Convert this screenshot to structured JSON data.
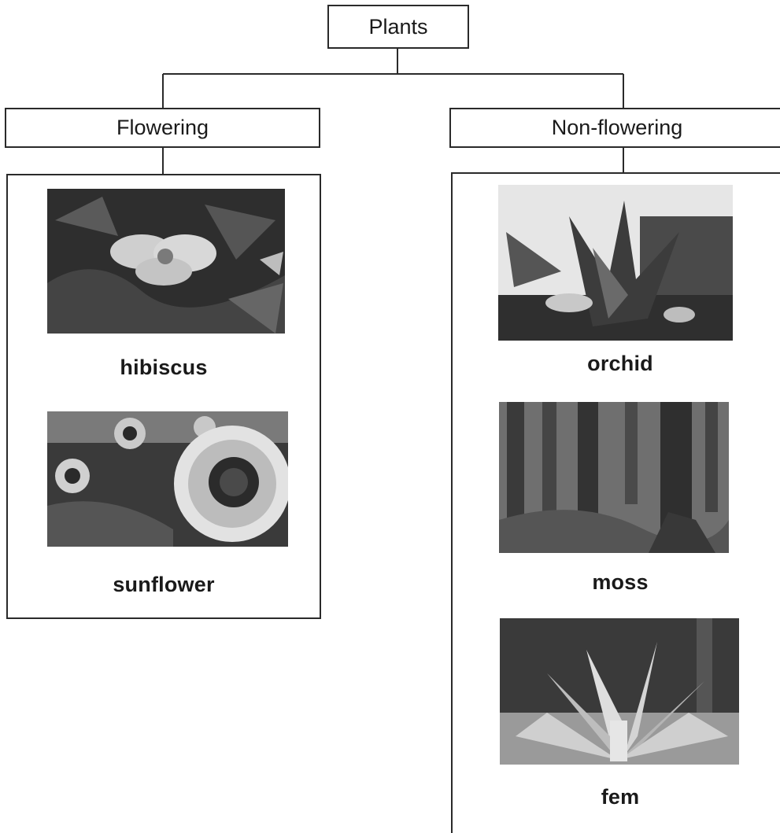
{
  "root": {
    "label": "Plants"
  },
  "categories": [
    {
      "label": "Flowering",
      "items": [
        {
          "caption": "hibiscus",
          "icon": "hibiscus-photo"
        },
        {
          "caption": "sunflower",
          "icon": "sunflower-photo"
        }
      ]
    },
    {
      "label": "Non-flowering",
      "items": [
        {
          "caption": "orchid",
          "icon": "orchid-photo"
        },
        {
          "caption": "moss",
          "icon": "moss-photo"
        },
        {
          "caption": "fem",
          "icon": "fern-photo"
        }
      ]
    }
  ],
  "colors": {
    "line": "#2a2a2a",
    "photo_dark": "#262626",
    "photo_light": "#d9d9d9"
  }
}
